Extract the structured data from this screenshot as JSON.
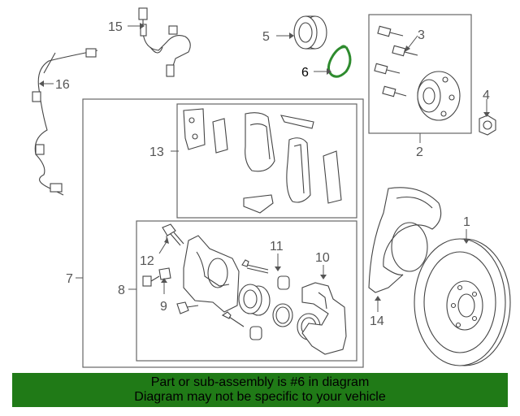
{
  "callouts": {
    "c1": "1",
    "c2": "2",
    "c3": "3",
    "c4": "4",
    "c5": "5",
    "c6": "6",
    "c7": "7",
    "c8": "8",
    "c9": "9",
    "c10": "10",
    "c11": "11",
    "c12": "12",
    "c13": "13",
    "c14": "14",
    "c15": "15",
    "c16": "16"
  },
  "highlight": {
    "part": "6",
    "color": "#2e8b2e"
  },
  "banner": {
    "line1": "Part or sub-assembly is #6 in diagram",
    "line2": "Diagram may not be specific to your vehicle",
    "background": "#207a17"
  }
}
